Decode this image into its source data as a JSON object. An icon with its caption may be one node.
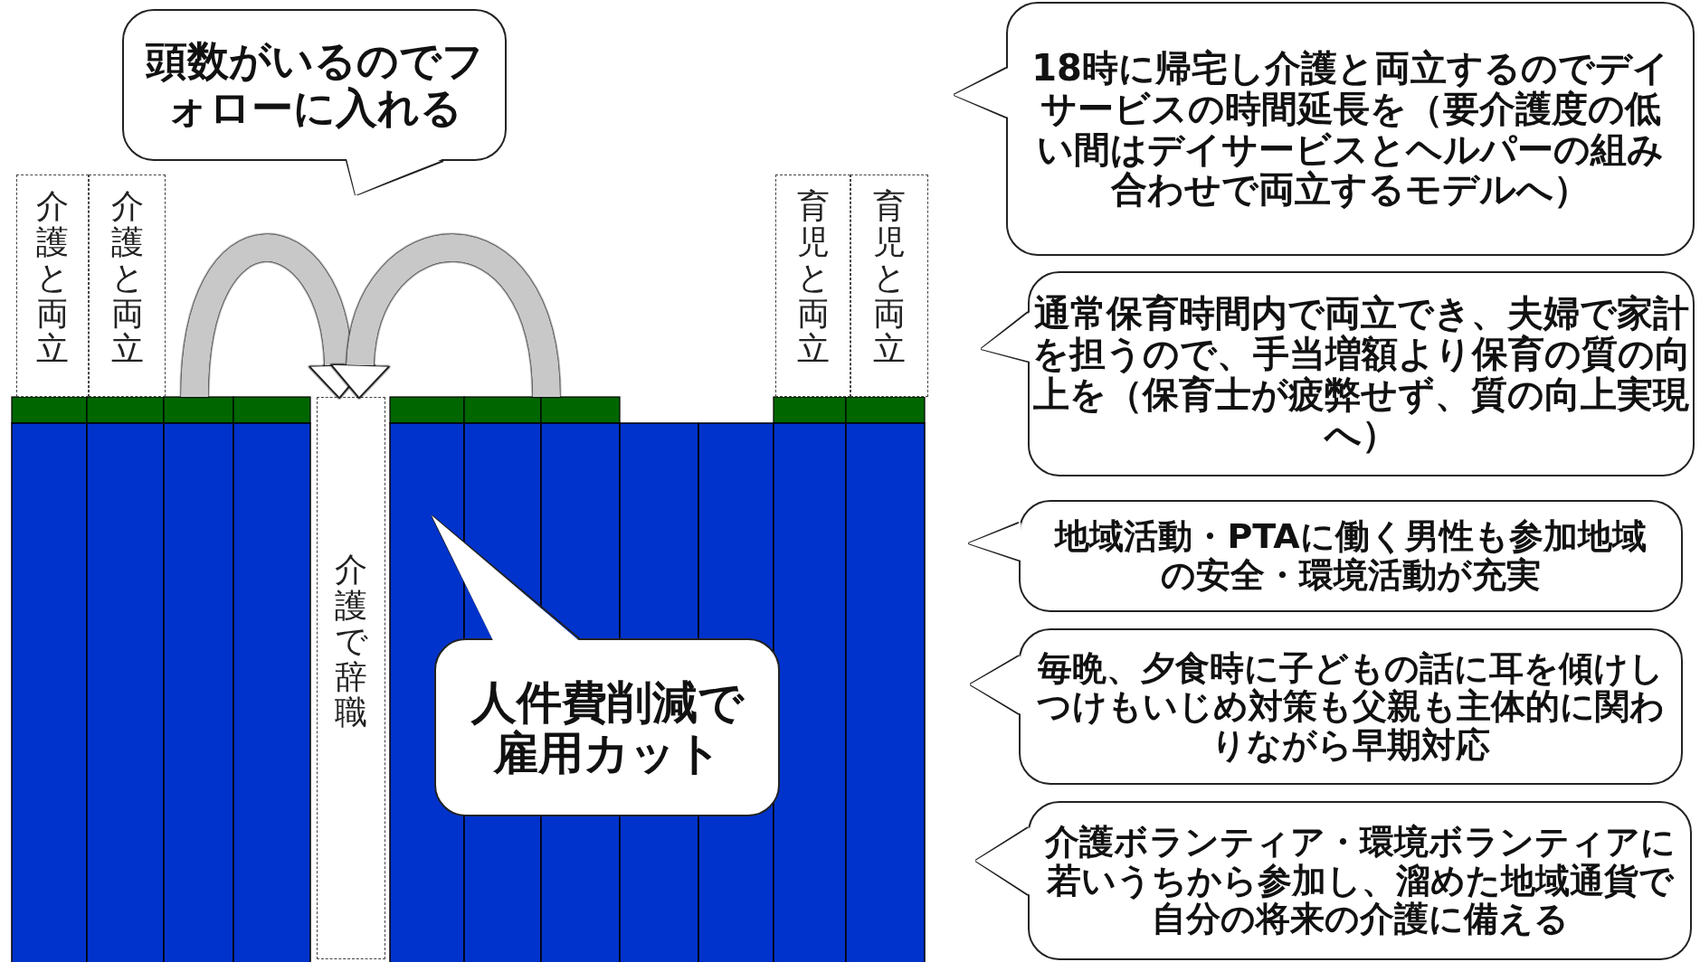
{
  "diagram": {
    "nodes": [
      {
        "text": [
          "頭数がいるのでフォローに入れる"
        ]
      },
      {
        "text": [
          "介護と両立"
        ]
      },
      {
        "text": [
          "介護と両立"
        ]
      },
      {
        "text": [
          "育児と両立"
        ]
      },
      {
        "text": [
          "育児と両立"
        ]
      },
      {
        "text": [
          "介護で辞職"
        ]
      },
      {
        "text": [
          "人件費削減で雇用カット"
        ]
      },
      {
        "text": [
          "18時に帰宅し介護と両立するのでデイサービスの時間延長を（要介護度の低い間はデイサービスとヘルパーの組み合わせで両立するモデルへ）"
        ]
      },
      {
        "text": [
          "通常保育時間内で両立でき、夫婦で家計を担うので、手当増額より保育の質の向上を（保育士が疲弊せず、質の向上実現へ）"
        ]
      },
      {
        "text": [
          "地域活動・PTAに働く男性も参加地域の安全・環境活動が充実"
        ]
      },
      {
        "text": [
          "毎晩、夕食時に子どもの話に耳を傾けしつけもいじめ対策も父親も主体的に関わりながら早期対応"
        ]
      },
      {
        "text": [
          "介護ボランティア・環境ボランティアに若いうちから参加し、溜めた地域通貨で自分の将来の介護に備える"
        ]
      }
    ],
    "edges": [
      {
        "from": null,
        "to": 5,
        "arrow": "to"
      },
      {
        "from": null,
        "to": 5,
        "arrow": "to"
      }
    ]
  }
}
